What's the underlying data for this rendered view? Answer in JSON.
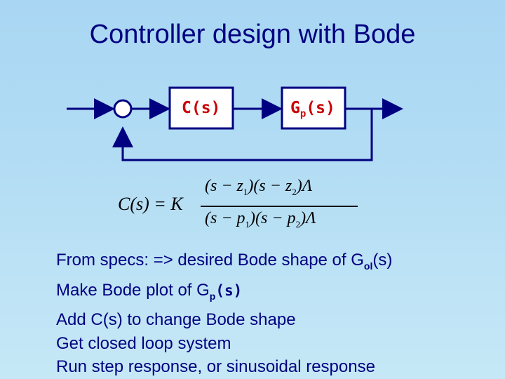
{
  "title": "Controller design with Bode",
  "diagram": {
    "controller_label": "C(s)",
    "plant_label_base": "G",
    "plant_label_sub": "p",
    "plant_label_tail": "(s)"
  },
  "formula": {
    "lhs": "C(s) = K",
    "numerator": [
      "(s − z",
      "1",
      ")(s − z",
      "2",
      ")Λ"
    ],
    "denominator": [
      "(s − p",
      "1",
      ")(s − p",
      "2",
      ")Λ"
    ]
  },
  "bullets": {
    "line1_prefix": "From specs: => desired Bode shape of G",
    "line1_sub": "ol",
    "line1_suffix": "(s)",
    "line2_prefix": "Make Bode plot of ",
    "line2_g": "G",
    "line2_sub": "p",
    "line2_tail": "(s)",
    "line3": "Add C(s) to change Bode shape",
    "line4": "Get closed loop system",
    "line5": "Run step response, or sinusoidal response"
  },
  "colors": {
    "title": "#000080",
    "block_label": "#cc0000",
    "lines": "#000080"
  }
}
